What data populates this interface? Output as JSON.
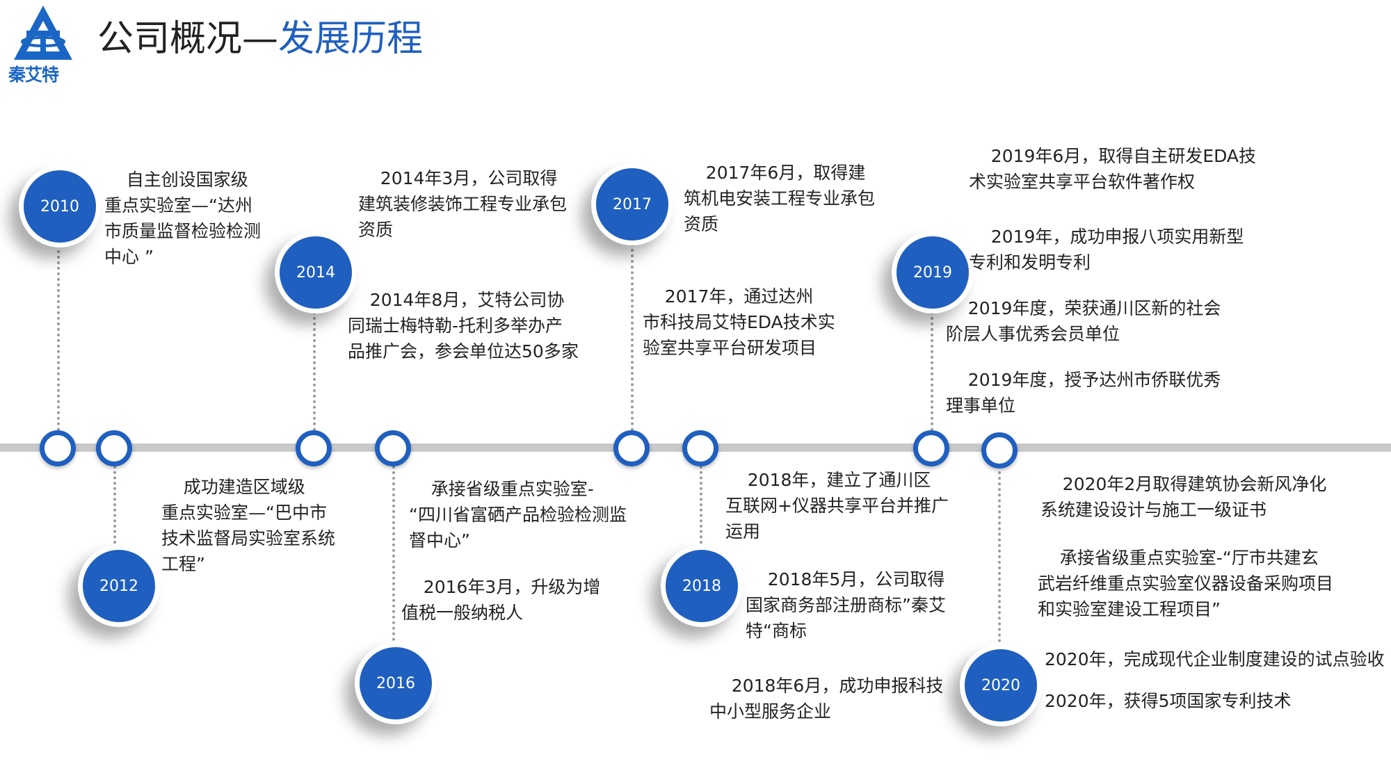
{
  "header": {
    "logo_text": "秦艾特",
    "title_prefix": "公司概况—",
    "title_highlight": "发展历程"
  },
  "colors": {
    "accent": "#1f5fbf",
    "axis": "#c9c9c9",
    "connector": "#9a9a9a"
  },
  "years": [
    "2010",
    "2012",
    "2014",
    "2016",
    "2017",
    "2018",
    "2019",
    "2020"
  ],
  "events": {
    "e2010": "    自主创设国家级\n重点实验室—“达州\n市质量监督检验检测\n中心 ”",
    "e2012": "    成功建造区域级\n重点实验室—“巴中市\n技术监督局实验室系统\n工程”",
    "e2014a": "    2014年3月，公司取得\n建筑装修装饰工程专业承包\n资质",
    "e2014b": "    2014年8月，艾特公司协\n同瑞士梅特勒-托利多举办产\n品推广会，参会单位达50多家",
    "e2016a": "    承接省级重点实验室-\n“四川省富硒产品检验检测监\n督中心”",
    "e2016b": "    2016年3月，升级为增\n值税一般纳税人",
    "e2017a": "    2017年6月，取得建\n筑机电安装工程专业承包\n资质",
    "e2017b": "    2017年，通过达州\n市科技局艾特EDA技术实\n验室共享平台研发项目",
    "e2018a": "    2018年，建立了通川区\n互联网+仪器共享平台并推广\n运用",
    "e2018b": "    2018年5月，公司取得\n国家商务部注册商标”秦艾\n特“商标",
    "e2018c": "    2018年6月，成功申报科技\n中小型服务企业",
    "e2019a": "    2019年6月，取得自主研发EDA技\n术实验室共享平台软件著作权",
    "e2019b": "    2019年，成功申报八项实用新型\n专利和发明专利",
    "e2019c": "    2019年度，荣获通川区新的社会\n阶层人事优秀会员单位",
    "e2019d": "    2019年度，授予达州市侨联优秀\n理事单位",
    "e2020a": "    2020年2月取得建筑协会新风净化\n系统建设设计与施工一级证书",
    "e2020b": "    承接省级重点实验室-“厅市共建玄\n武岩纤维重点实验室仪器设备采购项目\n和实验室建设工程项目”",
    "e2020c": "2020年，完成现代企业制度建设的试点验收",
    "e2020d": "2020年，获得5项国家专利技术"
  }
}
